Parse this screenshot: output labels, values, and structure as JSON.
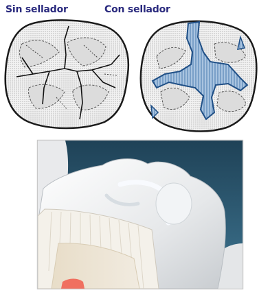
{
  "labels": {
    "without_sealant": "Sin sellador",
    "with_sealant": "Con sellador"
  },
  "colors": {
    "label": "#2a2a7e",
    "tooth_fill": "#ececec",
    "tooth_outline": "#1a1a1a",
    "sealant_fill": "#a9c4e0",
    "sealant_stroke": "#1f4f86",
    "background_top": "#23455c",
    "background_bottom": "#3b6f8a"
  },
  "images": {
    "photo_icon": "sealed-molar-cross-section-illustration"
  }
}
